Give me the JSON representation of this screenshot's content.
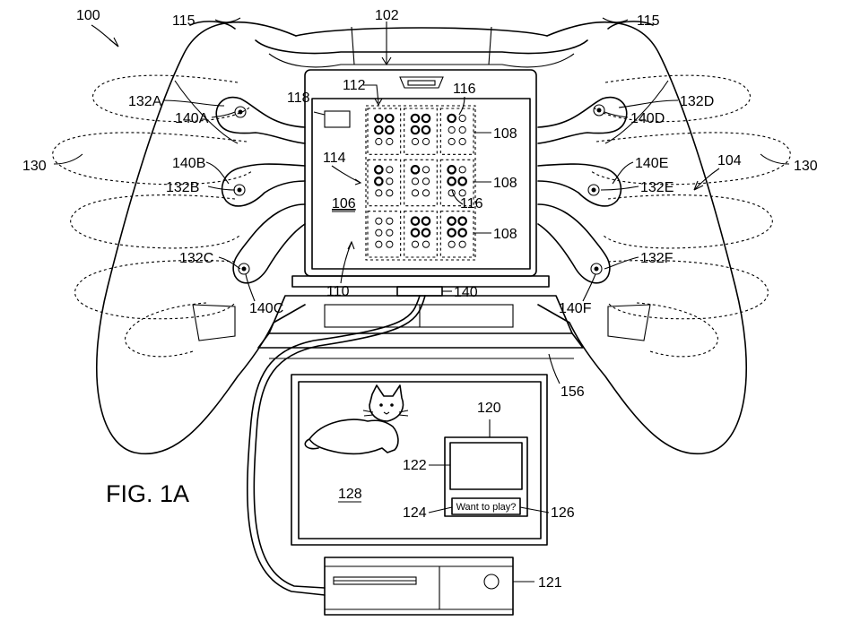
{
  "figure_label": "FIG. 1A",
  "ref_labels": {
    "r100": "100",
    "r102": "102",
    "r104": "104",
    "r106": "106",
    "r108a": "108",
    "r108b": "108",
    "r108c": "108",
    "r110": "110",
    "r112": "112",
    "r114": "114",
    "r115a": "115",
    "r115b": "115",
    "r116a": "116",
    "r116b": "116",
    "r118": "118",
    "r120": "120",
    "r121": "121",
    "r122": "122",
    "r124": "124",
    "r126": "126",
    "r128": "128",
    "r130a": "130",
    "r130b": "130",
    "r132A": "132A",
    "r132B": "132B",
    "r132C": "132C",
    "r132D": "132D",
    "r132E": "132E",
    "r132F": "132F",
    "r140": "140",
    "r140A": "140A",
    "r140B": "140B",
    "r140C": "140C",
    "r140D": "140D",
    "r140E": "140E",
    "r140F": "140F",
    "r156": "156"
  },
  "dialog_text": "Want to play?",
  "braille_cells": [
    [
      1,
      1,
      1,
      1,
      0,
      0
    ],
    [
      1,
      1,
      1,
      1,
      0,
      0
    ],
    [
      1,
      0,
      0,
      0,
      0,
      0
    ],
    [
      1,
      0,
      1,
      0,
      0,
      0
    ],
    [
      1,
      0,
      0,
      0,
      0,
      0
    ],
    [
      1,
      0,
      1,
      1,
      0,
      0
    ],
    [
      0,
      0,
      0,
      0,
      0,
      0
    ],
    [
      1,
      1,
      1,
      1,
      0,
      0
    ],
    [
      1,
      1,
      1,
      1,
      0,
      0
    ]
  ]
}
